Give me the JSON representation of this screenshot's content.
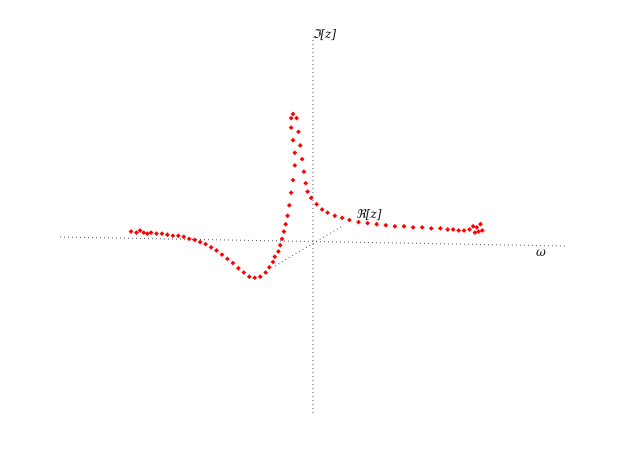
{
  "chart_data": {
    "type": "scatter",
    "title": "",
    "axis_labels": {
      "omega": "ω",
      "real": "ℜ[z]",
      "imag": "ℑ[z]"
    },
    "grid": false,
    "legend": "none",
    "colors": {
      "points": "#ff0000",
      "axes": "#555555"
    },
    "series": [
      {
        "marker": "diamond",
        "projected_points": [
          [
            -1.0,
            0.09
          ],
          [
            -0.97,
            0.08
          ],
          [
            -0.95,
            0.1
          ],
          [
            -0.93,
            0.08
          ],
          [
            -0.91,
            0.07
          ],
          [
            -0.89,
            0.08
          ],
          [
            -0.86,
            0.07
          ],
          [
            -0.83,
            0.07
          ],
          [
            -0.8,
            0.06
          ],
          [
            -0.77,
            0.05
          ],
          [
            -0.74,
            0.05
          ],
          [
            -0.71,
            0.04
          ],
          [
            -0.68,
            0.02
          ],
          [
            -0.65,
            0.01
          ],
          [
            -0.62,
            -0.01
          ],
          [
            -0.59,
            -0.03
          ],
          [
            -0.56,
            -0.06
          ],
          [
            -0.53,
            -0.09
          ],
          [
            -0.5,
            -0.13
          ],
          [
            -0.47,
            -0.17
          ],
          [
            -0.44,
            -0.21
          ],
          [
            -0.41,
            -0.26
          ],
          [
            -0.38,
            -0.3
          ],
          [
            -0.35,
            -0.34
          ],
          [
            -0.32,
            -0.35
          ],
          [
            -0.29,
            -0.34
          ],
          [
            -0.26,
            -0.3
          ],
          [
            -0.24,
            -0.25
          ],
          [
            -0.22,
            -0.2
          ],
          [
            -0.21,
            -0.15
          ],
          [
            -0.19,
            -0.1
          ],
          [
            -0.18,
            -0.04
          ],
          [
            -0.17,
            0.02
          ],
          [
            -0.16,
            0.09
          ],
          [
            -0.15,
            0.16
          ],
          [
            -0.14,
            0.24
          ],
          [
            -0.13,
            0.34
          ],
          [
            -0.12,
            0.46
          ],
          [
            -0.11,
            0.58
          ],
          [
            -0.1,
            0.72
          ],
          [
            -0.1,
            0.84
          ],
          [
            -0.11,
            0.96
          ],
          [
            -0.12,
            1.08
          ],
          [
            -0.12,
            1.17
          ],
          [
            -0.11,
            1.21
          ],
          [
            -0.09,
            1.17
          ],
          [
            -0.08,
            1.04
          ],
          [
            -0.07,
            0.91
          ],
          [
            -0.06,
            0.78
          ],
          [
            -0.05,
            0.66
          ],
          [
            -0.04,
            0.55
          ],
          [
            -0.03,
            0.47
          ],
          [
            -0.01,
            0.41
          ],
          [
            0.02,
            0.35
          ],
          [
            0.05,
            0.3
          ],
          [
            0.08,
            0.27
          ],
          [
            0.12,
            0.24
          ],
          [
            0.16,
            0.22
          ],
          [
            0.2,
            0.2
          ],
          [
            0.25,
            0.18
          ],
          [
            0.3,
            0.17
          ],
          [
            0.35,
            0.16
          ],
          [
            0.4,
            0.15
          ],
          [
            0.45,
            0.14
          ],
          [
            0.5,
            0.14
          ],
          [
            0.55,
            0.13
          ],
          [
            0.6,
            0.13
          ],
          [
            0.65,
            0.12
          ],
          [
            0.7,
            0.12
          ],
          [
            0.74,
            0.11
          ],
          [
            0.77,
            0.11
          ],
          [
            0.8,
            0.1
          ],
          [
            0.83,
            0.1
          ],
          [
            0.86,
            0.11
          ],
          [
            0.88,
            0.14
          ],
          [
            0.89,
            0.08
          ],
          [
            0.9,
            0.13
          ],
          [
            0.91,
            0.09
          ],
          [
            0.92,
            0.16
          ],
          [
            0.93,
            0.1
          ]
        ]
      }
    ]
  }
}
